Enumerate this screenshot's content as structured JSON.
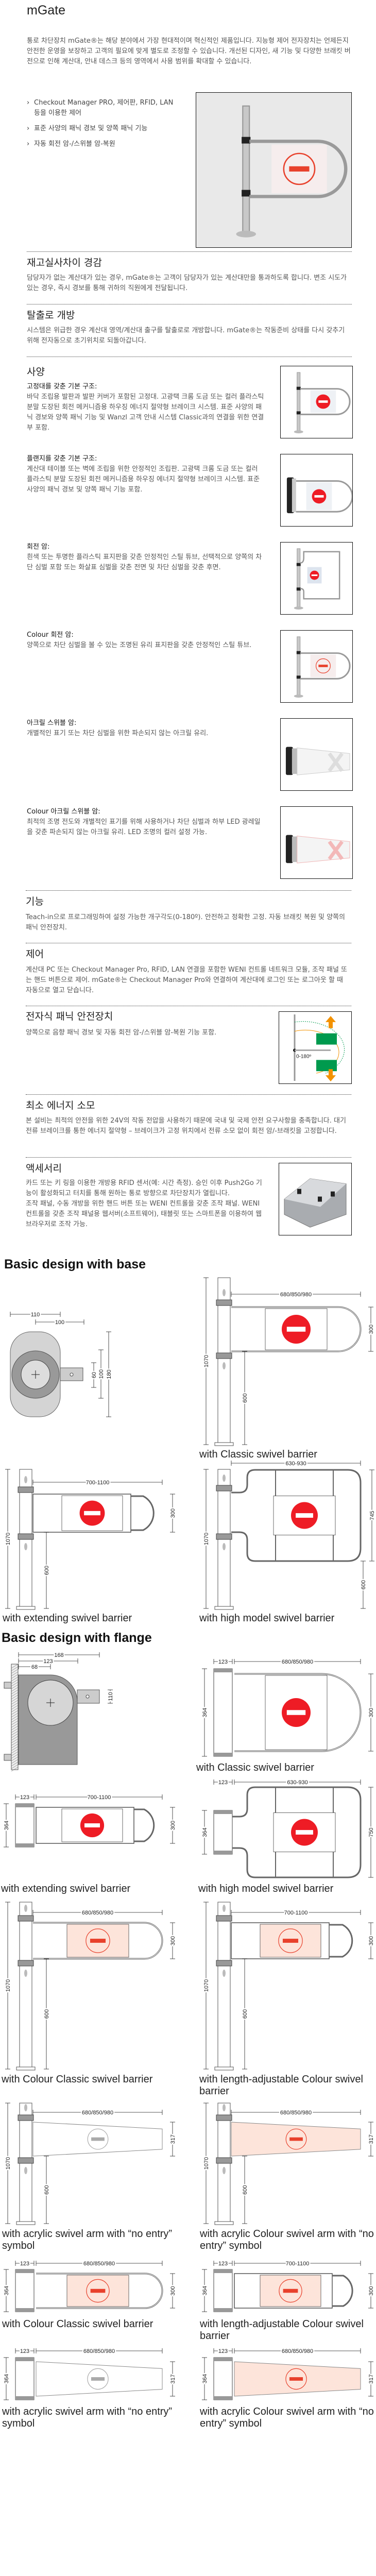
{
  "page_title": "mGate",
  "intro": "통로 차단장치 mGate®는 해당 분야에서 가장 현대적이며 혁신적인 제품입니다. 지능형 제어 전자장치는 언제든지 안전한 운영을 보장하고 고객의 필요에 맞게 별도로 조정할 수 있습니다. 개선된 디자인, 새 기능 및 다양한 브래킷 버전으로 인해 계산대, 안내 데스크 등의 영역에서 사용 범위를 확대할 수 있습니다.",
  "bullets": [
    "Checkout Manager PRO, 제어판, RFID, LAN 등을 이용한 제어",
    "표준 사양의 패닉 경보 및 양쪽 패닉 기능",
    "자동 회전 암-/스위블 암-복원"
  ],
  "sections": {
    "shrinkage": {
      "title": "재고실사차이 경감",
      "text": "담당자가 없는 계산대가 있는 경우, mGate®는 고객이 담당자가 있는 계산대만을 통과하도록 합니다. 변조 시도가 있는 경우, 즉시 경보를 통해 귀하의 직원에게 전달됩니다."
    },
    "escape": {
      "title": "탈출로 개방",
      "text": "시스템은 위급한 경우 계산대 영역/계산대 출구를 탈출로로 개방합니다. mGate®는 작동준비 상태를 다시 갖추기 위해 전자동으로 초기위치로 되돌아갑니다."
    },
    "specs": {
      "title": "사양",
      "items": [
        {
          "title": "고정대를 갖춘 기본 구조:",
          "text": "바닥 조립용 발판과 발판 커버가 포함된 고정대. 고광택 크롬 도금 또는 컬러 플라스틱 분말 도장된 회전 메커니즘용 하우징 에너지 절약형 브레이크 시스템. 표준 사양의 패닉 경보와 양쪽 패닉 기능 및 Wanzl 고객 안내 시스템 Classic과의 연결을 위한 연결부 포함."
        },
        {
          "title": "플랜지를 갖춘 기본 구조:",
          "text": "계산대 테이블 또는 벽에 조립을 위한 안정적인 조립판. 고광택 크롬 도금 또는 컬러 플라스틱 분말 도장된 회전 메커니즘용 하우징 에너지 절약형 브레이크 시스템. 표준 사양의 패닉 경보 및 양쪽 패닉 기능 포함."
        },
        {
          "title": "회전 암:",
          "text": "흰색 또는 투명한 플라스틱 표지판을 갖춘 안정적인 스틸 튜브, 선택적으로 양쪽의 차단 심벌 포함 또는 화살표 심벌을 갖춘 전면 및 차단 심벌을 갖춘 후면."
        },
        {
          "title": "Colour 회전 암:",
          "text": "양쪽으로 차단 심벌을 볼 수 있는 조명된 유리 표지판을 갖춘 안정적인 스틸 튜브."
        },
        {
          "title": "아크릴 스위블 암:",
          "text": "개별적인 표기 또는 차단 심벌을 위한 파손되지 않는 아크릴 유리."
        },
        {
          "title": "Colour 아크릴 스위블 암:",
          "text": "최적의 조명 전도와 개별적인 표기를 위해 사용하거나 차단 심벌과 하부 LED 광레일을 갖춘 파손되지 않는 아크릴 유리. LED 조명의 컬러 설정 가능."
        }
      ]
    },
    "function": {
      "title": "기능",
      "text": "Teach-in으로 프로그래밍하여 설정 가능한 개구각도(0-180º). 안전하고 정확한 고정. 자동 브래킷 복원 및 양쪽의 패닉 안전장치."
    },
    "control": {
      "title": "제어",
      "text": "계산대 PC 또는 Checkout Manager Pro, RFID, LAN 연결을 포함한 WENI 컨트롤 네트워크 모듈, 조작 패널 또는 핸드 버튼으로 제어. mGate®는 Checkout Manager Pro와 연결하여 계산대에 로그인 또는 로그아웃 할 때 자동으로 열고 닫습니다."
    },
    "panic": {
      "title": "전자식 패닉 안전장치",
      "text": "양쪽으로 음향 패닉 경보 및 자동 회전 암-/스위블 암-복원 기능 포함.",
      "diagram_label": "0-180º"
    },
    "energy": {
      "title": "최소 에너지 소모",
      "text": "본 설비는 최적의 안전을 위한 24V의 작동 전압을 사용하기 때문에 국내 및 국제 안전 요구사항을 충족합니다. 대기전류 브레이크를 통한 에너지 절약형 – 브레이크가 고정 위치에서 전류 소모 없이 회전 암/-브래킷을 고정합니다."
    },
    "accessories": {
      "title": "액세서리",
      "text1": "카드 또는 키 링을 이용한 개방용 RFID 센서(예: 시간 측정). 승인 이후 Push2Go 기능이 활성화되고 터치를 통해 원하는 통로 방향으로 차단장치가 열립니다.",
      "text2": "조작 패널, 수동 개방을 위한 핸드 버튼 또는 WENI 컨트롤을 갖춘 조작 패널. WENI 컨트롤을 갖춘 조작 패널용 웹서버(소프트웨어), 태블릿 또는 스마트폰을 이용하여 웹브라우저로 조작 가능."
    }
  },
  "drawings": {
    "base_title": "Basic design with base",
    "flange_title": "Basic design with flange",
    "base_top": {
      "w1": "110",
      "w2": "100",
      "h1": "60",
      "h2": "100",
      "h3": "180"
    },
    "flange_top": {
      "w1": "168",
      "w2": "123",
      "w3": "68",
      "h1": "110"
    },
    "figs": [
      {
        "caption": "with Classic swivel barrier",
        "height": "1070",
        "floor": "600",
        "width": "680/850/980",
        "arm": "300"
      },
      {
        "caption": "with extending swivel barrier",
        "height": "1070",
        "floor": "600",
        "width": "700-1100",
        "arm": "300"
      },
      {
        "caption": "with high model swivel barrier",
        "height": "1070",
        "floor": "600",
        "width": "630-930",
        "arm": "745"
      },
      {
        "caption": "with Classic swivel barrier",
        "bracket": "123",
        "depth": "364",
        "width": "680/850/980",
        "arm": "300"
      },
      {
        "caption": "with extending swivel barrier",
        "bracket": "123",
        "depth": "364",
        "width": "700-1100",
        "arm": "300"
      },
      {
        "caption": "with high model swivel barrier",
        "bracket": "123",
        "depth": "364",
        "width": "630-930",
        "arm": "750"
      },
      {
        "caption": "with Colour Classic swivel barrier",
        "height": "1070",
        "floor": "600",
        "width": "680/850/980",
        "arm": "300"
      },
      {
        "caption": "with length-adjustable Colour swivel barrier",
        "height": "1070",
        "floor": "600",
        "width": "700-1100",
        "arm": "300"
      },
      {
        "caption": "with acrylic swivel arm with “no entry” symbol",
        "height": "1070",
        "floor": "600",
        "width": "680/850/980",
        "arm": "317"
      },
      {
        "caption": "with acrylic Colour swivel arm with “no entry” symbol",
        "height": "1070",
        "floor": "600",
        "width": "680/850/980",
        "arm": "317"
      },
      {
        "caption": "with Colour Classic swivel barrier",
        "bracket": "123",
        "depth": "364",
        "width": "680/850/980",
        "arm": "300"
      },
      {
        "caption": "with length-adjustable Colour swivel barrier",
        "bracket": "123",
        "depth": "364",
        "width": "700-1100",
        "arm": "300"
      },
      {
        "caption": "with acrylic swivel arm with “no entry” symbol",
        "bracket": "123",
        "depth": "364",
        "width": "680/850/980",
        "arm": "317"
      },
      {
        "caption": "with acrylic Colour swivel arm with “no entry” symbol",
        "bracket": "123",
        "depth": "364",
        "width": "680/850/980",
        "arm": "317"
      }
    ]
  },
  "colors": {
    "no_entry_red": "#ee1c25",
    "colour_pink": "#fde4da",
    "exit_green": "#009a4e",
    "arrow_orange": "#f39200"
  }
}
